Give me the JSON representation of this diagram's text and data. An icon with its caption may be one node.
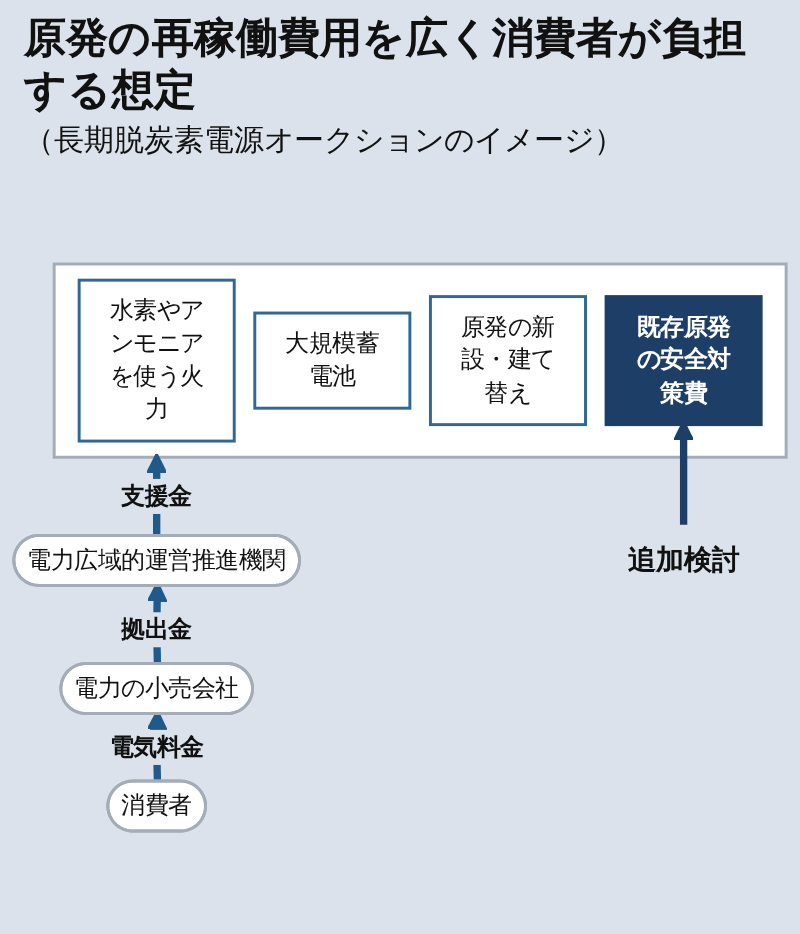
{
  "diagram": {
    "title": "原発の再稼働費用を広く消費者が負担する想定",
    "nodes": [
      {
        "text": [],
        "shape": "box"
      },
      {
        "text": [
          "水素やアンモニアを使う火力"
        ],
        "in": 0
      },
      {
        "text": [
          "大規模蓄電池"
        ],
        "in": 0
      },
      {
        "text": [
          "原発の新設・建て替え"
        ],
        "in": 0
      },
      {
        "text": [
          "既存原発の安全対策費"
        ],
        "in": 0
      },
      {
        "text": [
          "追加検討"
        ]
      },
      {
        "text": [
          "電力広域的運営推進機関"
        ]
      },
      {
        "text": [
          "電力の小売会社"
        ]
      },
      {
        "text": [
          "消費者"
        ]
      }
    ],
    "edges": [
      {
        "from": 5,
        "to": 4,
        "arrow": "to",
        "color": "#1d3e66"
      },
      {
        "from": 6,
        "to": 0,
        "arrow": "to",
        "label": "支援金"
      },
      {
        "from": 7,
        "to": 6,
        "arrow": "to",
        "label": "拠出金"
      },
      {
        "from": 8,
        "to": 7,
        "arrow": "to",
        "label": "電気料金"
      }
    ],
    "labels": [
      "（長期脱炭素電源オークションのイメージ）"
    ]
  }
}
